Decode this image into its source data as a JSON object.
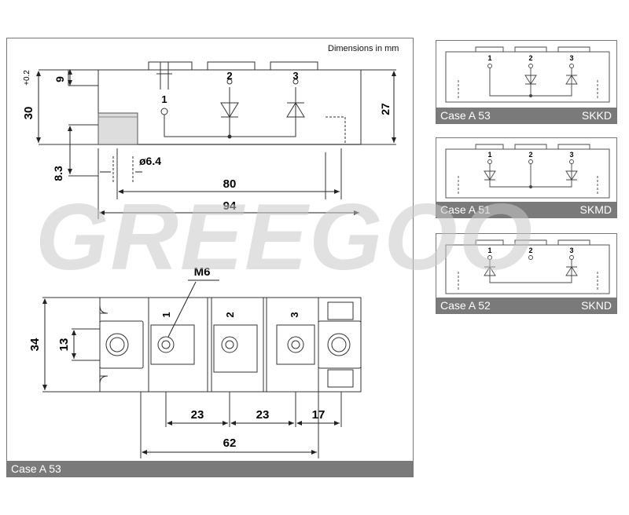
{
  "main": {
    "dimensions_note": "Dimensions in mm",
    "case_label": "Case A 53",
    "side_view": {
      "terminal_labels": [
        "1",
        "2",
        "3"
      ],
      "dim_height": "30",
      "dim_height_tol": "+0.2",
      "dim_top": "9",
      "dim_right": "27",
      "dim_bottom": "8.3",
      "dim_hole": "ø6.4",
      "dim_80": "80",
      "dim_94": "94"
    },
    "top_view": {
      "thread_label": "M6",
      "terminal_labels": [
        "1",
        "2",
        "3"
      ],
      "dim_34": "34",
      "dim_13": "13",
      "dim_23a": "23",
      "dim_23b": "23",
      "dim_17": "17",
      "dim_62": "62"
    }
  },
  "schematics": [
    {
      "case": "Case A 53",
      "type": "SKKD",
      "pins": [
        "1",
        "2",
        "3"
      ]
    },
    {
      "case": "Case A 51",
      "type": "SKMD",
      "pins": [
        "1",
        "2",
        "3"
      ]
    },
    {
      "case": "Case A 52",
      "type": "SKND",
      "pins": [
        "1",
        "2",
        "3"
      ]
    }
  ],
  "watermark": {
    "text": "GREEGOO",
    "colors": {
      "gray": "#c8c8c8",
      "red": "#e8a0a0"
    }
  }
}
